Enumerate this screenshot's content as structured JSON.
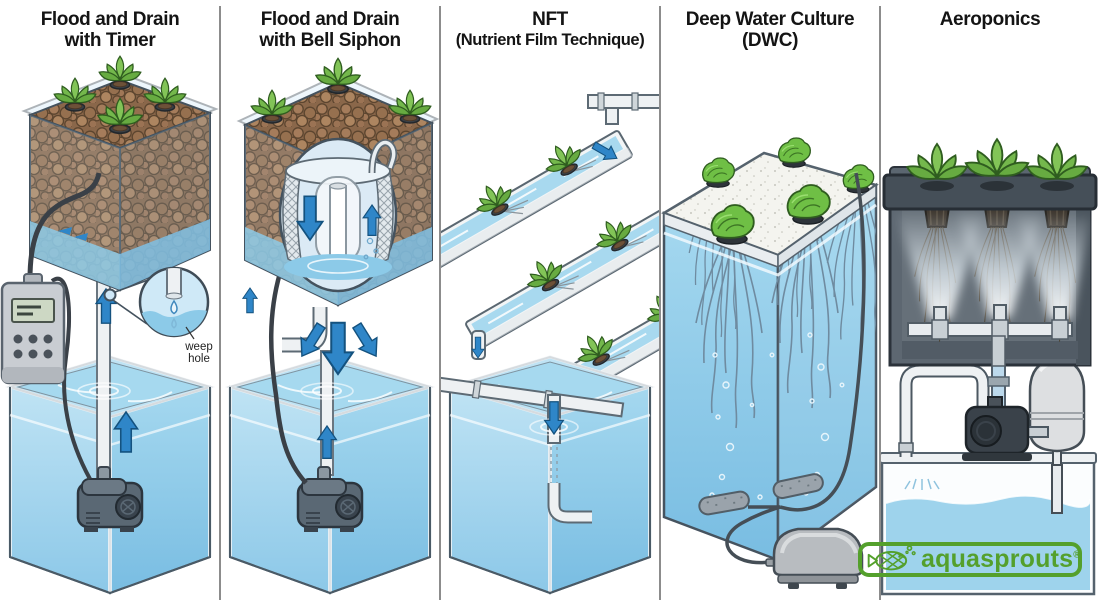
{
  "figure": {
    "type": "illustrated-comparison-diagram",
    "subject": "Five hydroponic system types"
  },
  "panels": [
    {
      "title_line1": "Flood and Drain",
      "title_line2": "with Timer",
      "callout": {
        "line1": "weep",
        "line2": "hole"
      },
      "depicted": [
        "grow bed with clay pebbles",
        "plants",
        "digital timer",
        "submersible water pump",
        "water reservoir",
        "weep hole detail circle",
        "up flow arrow"
      ]
    },
    {
      "title_line1": "Flood and Drain",
      "title_line2": "with Bell Siphon",
      "depicted": [
        "grow bed with clay pebbles",
        "plants",
        "bell siphon cutaway with mesh guard",
        "standpipe",
        "drain arrows",
        "submersible water pump",
        "water reservoir"
      ]
    },
    {
      "title_line1": "NFT",
      "title_line2": "(Nutrient Film Technique)",
      "depicted": [
        "three sloped grow channels with nutrient film",
        "plants with bare roots",
        "supply pipe",
        "drain pipes",
        "water reservoir",
        "down flow arrows"
      ]
    },
    {
      "title_line1": "Deep Water Culture",
      "title_line2": "(DWC)",
      "depicted": [
        "floating raft with lettuce",
        "long suspended roots",
        "air bubbles",
        "air stones",
        "air pump",
        "deep water tank"
      ]
    },
    {
      "title_line1": "Aeroponics",
      "title_line2": "",
      "depicted": [
        "dark root chamber",
        "plants in net pots",
        "hanging roots",
        "mist nozzles",
        "manifold pipe",
        "high pressure pump",
        "pressure tank",
        "reservoir"
      ]
    }
  ],
  "logo": {
    "text": "aquasprouts",
    "registered_mark": "®"
  },
  "colors": {
    "title_text": "#141414",
    "divider_gray": "#8c8c8c",
    "water_blue": "#9fd3ec",
    "deep_water_blue": "#7cc0e4",
    "arrow_blue": "#2f86c8",
    "pebble_brown": "#96704f",
    "plant_green": "#6fbf45",
    "chamber_gray": "#5d6771",
    "logo_green": "#54a02c"
  }
}
